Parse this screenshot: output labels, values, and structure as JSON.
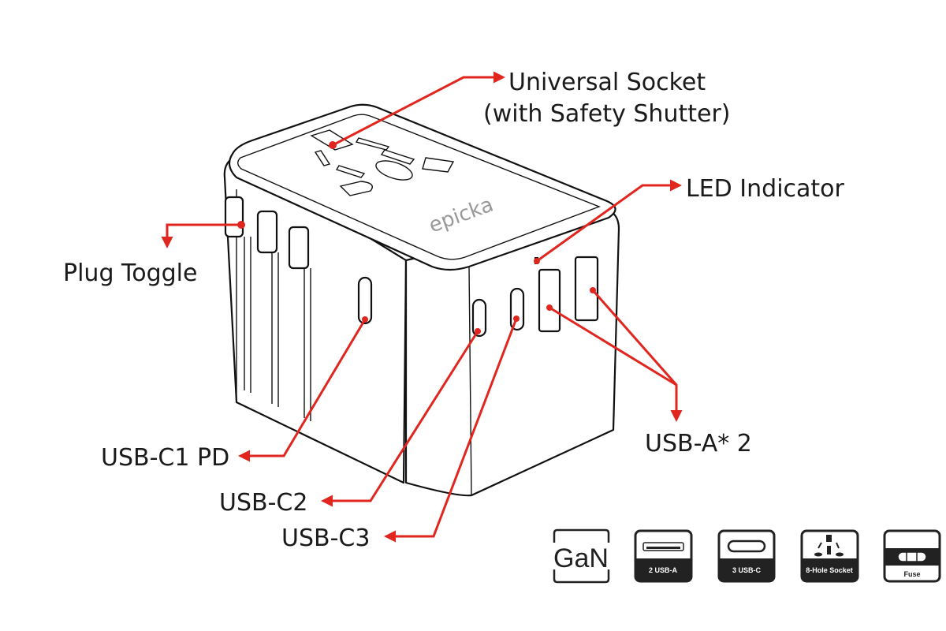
{
  "labels": {
    "universal_socket": "Universal Socket",
    "safety_shutter": "(with Safety Shutter)",
    "led_indicator": "LED Indicator",
    "plug_toggle": "Plug Toggle",
    "usb_c1": "USB-C1 PD",
    "usb_c2": "USB-C2",
    "usb_c3": "USB-C3",
    "usb_a": "USB-A* 2"
  },
  "logo_text": "epicka",
  "features": [
    {
      "icon": "gan-icon",
      "label": "GaN"
    },
    {
      "icon": "usb-a-icon",
      "label": "2 USB-A"
    },
    {
      "icon": "usb-c-icon",
      "label": "3 USB-C"
    },
    {
      "icon": "socket-icon",
      "label": "8-Hole Socket"
    },
    {
      "icon": "fuse-icon",
      "label": "Fuse"
    }
  ],
  "colors": {
    "callout": "#e0261e",
    "outline": "#111111"
  }
}
